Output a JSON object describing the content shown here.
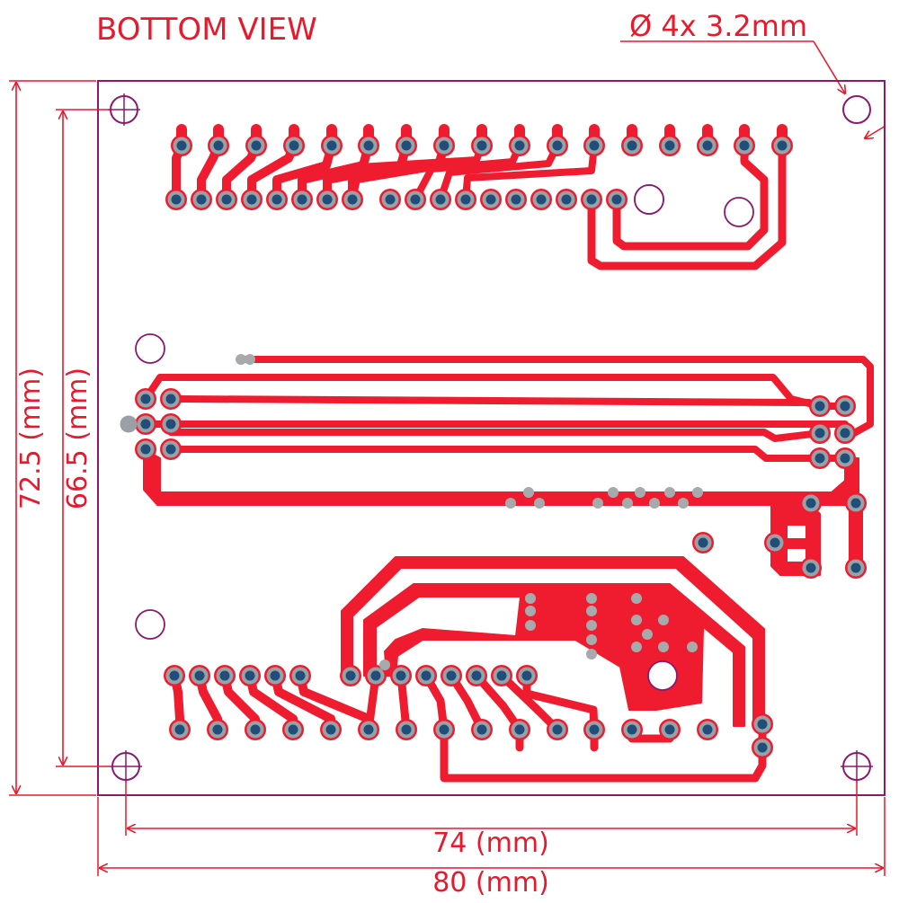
{
  "title": "BOTTOM VIEW",
  "hole_spec": "Ø 4x  3.2mm",
  "dimensions": {
    "height_outer": "72.5 (mm)",
    "height_inner": "66.5 (mm)",
    "width_inner": "74 (mm)",
    "width_outer": "80 (mm)"
  },
  "colors": {
    "trace": "#ee1c2e",
    "board_outline": "#8a1a6e",
    "dimension": "#e8192c",
    "pad_ring": "#9aa0a6",
    "pad_center": "#1f4e79",
    "via": "#a7aaad"
  }
}
